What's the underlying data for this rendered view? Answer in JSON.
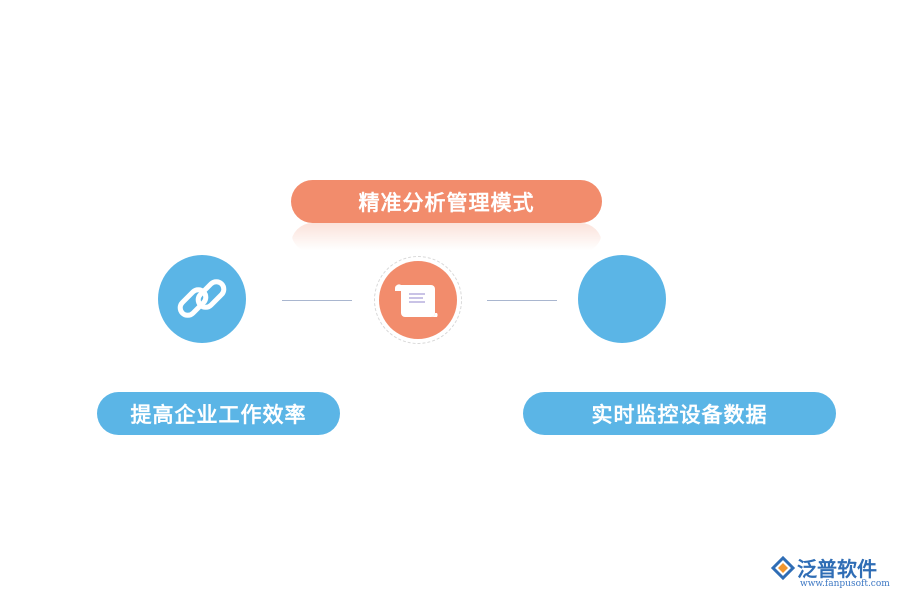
{
  "diagram": {
    "top_label": "精准分析管理模式",
    "left_label": "提高企业工作效率",
    "right_label": "实时监控设备数据"
  },
  "icons": {
    "left": "chain-link-icon",
    "middle": "document-scroll-icon",
    "right": "blank-circle"
  },
  "logo": {
    "name": "泛普软件",
    "url": "www.fanpusoft.com"
  },
  "colors": {
    "salmon": "#f28c6c",
    "blue": "#5bb5e6",
    "connector": "#a9b6cf",
    "logo_text": "#2f6db5",
    "logo_orange": "#f2962e",
    "url_text": "#3d78c4"
  }
}
